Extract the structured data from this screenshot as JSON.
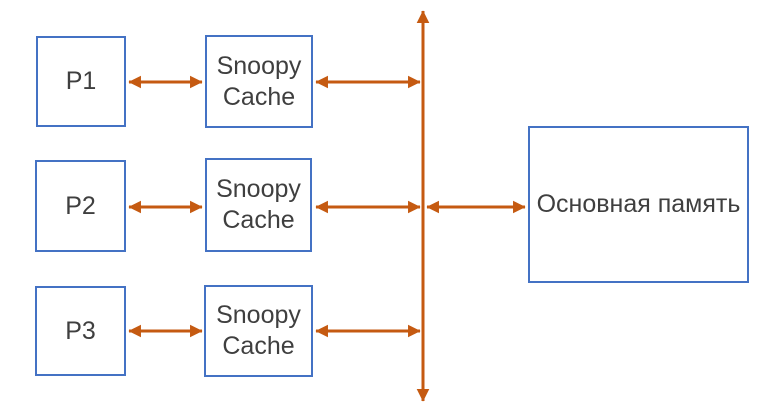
{
  "colors": {
    "background": "#ffffff",
    "box_border": "#4472c4",
    "box_fill": "#ffffff",
    "arrow": "#c55a11",
    "text": "#3f3f3f"
  },
  "processors": [
    {
      "label": "P1"
    },
    {
      "label": "P2"
    },
    {
      "label": "P3"
    }
  ],
  "caches": [
    {
      "line1": "Snoopy",
      "line2": "Cache"
    },
    {
      "line1": "Snoopy",
      "line2": "Cache"
    },
    {
      "line1": "Snoopy",
      "line2": "Cache"
    }
  ],
  "memory": {
    "label": "Основная память"
  }
}
